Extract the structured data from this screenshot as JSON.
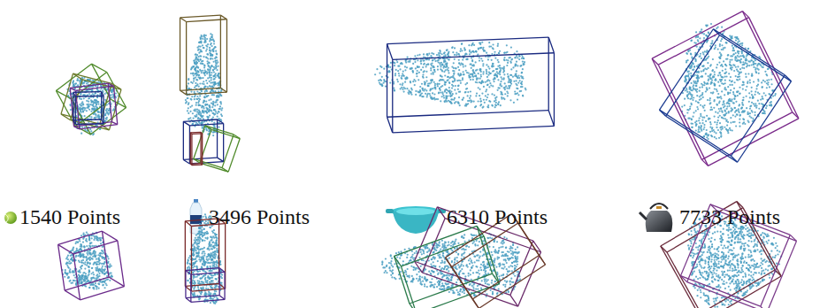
{
  "diagram": {
    "labels": [
      "1540 Points",
      "3496 Points",
      "6310 Points",
      "7733 Points"
    ]
  }
}
